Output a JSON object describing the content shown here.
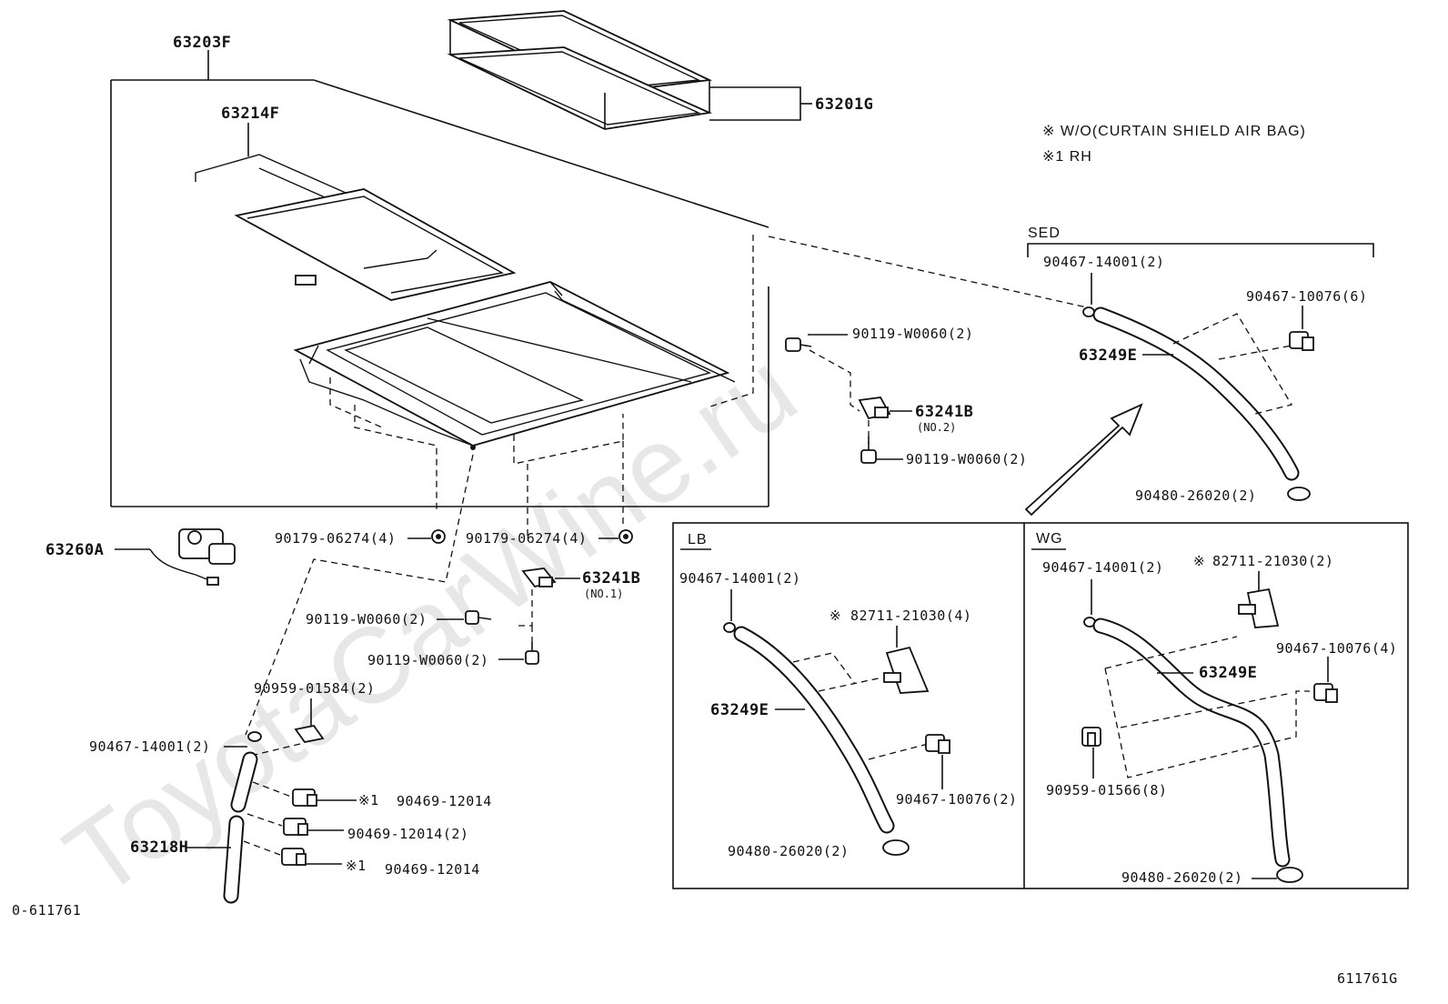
{
  "watermark": "ToyotaCarWine.ru",
  "notes": {
    "note1": "※  W/O(CURTAIN SHIELD AIR BAG)",
    "note2": "※1 RH"
  },
  "diagram_id": "611761G",
  "ref_code": "0-611761",
  "sections": {
    "sed": "SED",
    "lb": "LB",
    "wg": "WG"
  },
  "parts": {
    "p63203F": "63203F",
    "p63214F": "63214F",
    "p63201G": "63201G",
    "p63260A": "63260A",
    "p63241B_no2": "63241B",
    "no2": "(NO.2)",
    "p63241B_no1": "63241B",
    "no1": "(NO.1)",
    "p63218H": "63218H",
    "p90119_a": "90119-W0060(2)",
    "p90119_b": "90119-W0060(2)",
    "p90119_c": "90119-W0060(2)",
    "p90119_d": "90119-W0060(2)",
    "p90179_a": "90179-06274(4)",
    "p90179_b": "90179-06274(4)",
    "p90959_01584": "90959-01584(2)",
    "p90467_14001_left": "90467-14001(2)",
    "p90469_a": "90469-12014",
    "p90469_a_mark": "※1",
    "p90469_b": "90469-12014(2)",
    "p90469_c": "90469-12014",
    "p90469_c_mark": "※1",
    "sed_90467_14001": "90467-14001(2)",
    "sed_90467_10076": "90467-10076(6)",
    "sed_63249E": "63249E",
    "sed_90480": "90480-26020(2)",
    "lb_90467_14001": "90467-14001(2)",
    "lb_82711": "82711-21030(4)",
    "lb_82711_mark": "※",
    "lb_63249E": "63249E",
    "lb_90467_10076": "90467-10076(2)",
    "lb_90480": "90480-26020(2)",
    "wg_90467_14001": "90467-14001(2)",
    "wg_82711": "82711-21030(2)",
    "wg_82711_mark": "※",
    "wg_90467_10076": "90467-10076(4)",
    "wg_63249E": "63249E",
    "wg_90959_01566": "90959-01566(8)",
    "wg_90480": "90480-26020(2)"
  }
}
